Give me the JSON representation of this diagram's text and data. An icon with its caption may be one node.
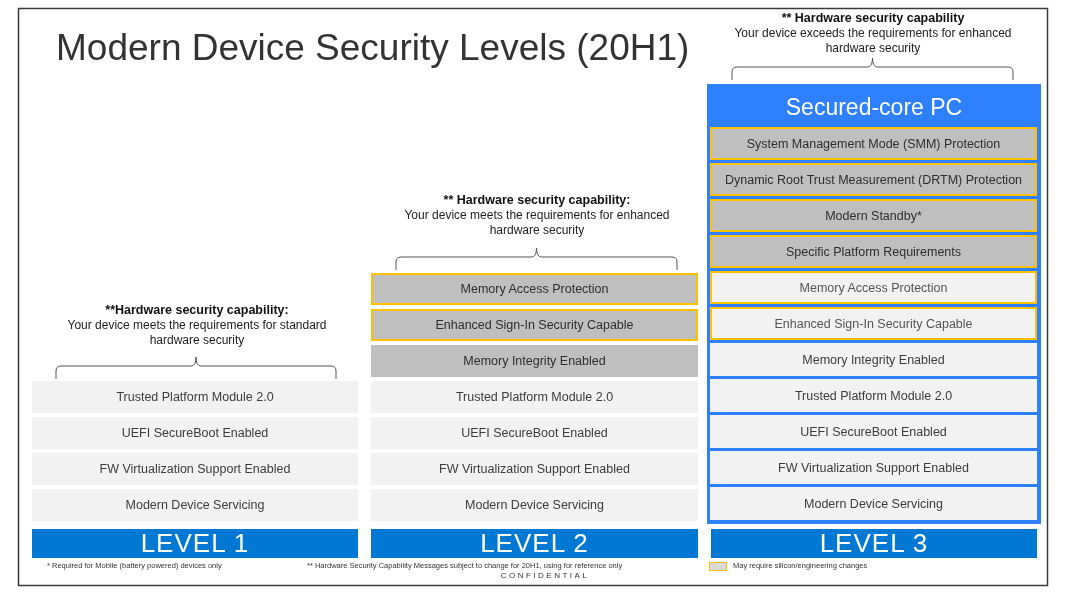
{
  "diagram": {
    "title": "Modern Device Security Levels (20H1)",
    "nodes": [
      {
        "text": [
          "Trusted Platform Module 2.0"
        ]
      },
      {
        "text": [
          "UEFI SecureBoot Enabled"
        ]
      },
      {
        "text": [
          "FW Virtualization Support Enabled"
        ]
      },
      {
        "text": [
          "Modern Device Servicing"
        ]
      },
      {
        "text": [
          "LEVEL 1"
        ]
      },
      {
        "text": [
          "Memory Access Protection"
        ]
      },
      {
        "text": [
          "Enhanced Sign-In Security Capable"
        ]
      },
      {
        "text": [
          "Memory Integrity Enabled"
        ]
      },
      {
        "text": [
          "Trusted Platform Module 2.0"
        ]
      },
      {
        "text": [
          "UEFI SecureBoot Enabled"
        ]
      },
      {
        "text": [
          "FW Virtualization Support Enabled"
        ]
      },
      {
        "text": [
          "Modern Device Servicing"
        ]
      },
      {
        "text": [
          "LEVEL 2"
        ]
      },
      {
        "text": [
          "Secured-core PC"
        ]
      },
      {
        "text": [
          "System Management Mode (SMM) Protection"
        ],
        "in": 13
      },
      {
        "text": [
          "Dynamic Root Trust Measurement (DRTM) Protection"
        ],
        "in": 13
      },
      {
        "text": [
          "Modern Standby*"
        ],
        "in": 13
      },
      {
        "text": [
          "Specific Platform Requirements"
        ],
        "in": 13
      },
      {
        "text": [
          "Memory Access Protection"
        ],
        "in": 13
      },
      {
        "text": [
          "Enhanced Sign-In Security Capable"
        ],
        "in": 13
      },
      {
        "text": [
          "Memory Integrity Enabled"
        ],
        "in": 13
      },
      {
        "text": [
          "Trusted Platform Module 2.0"
        ],
        "in": 13
      },
      {
        "text": [
          "UEFI SecureBoot Enabled"
        ],
        "in": 13
      },
      {
        "text": [
          "FW Virtualization Support Enabled"
        ],
        "in": 13
      },
      {
        "text": [
          "Modern Device Servicing"
        ],
        "in": 13
      },
      {
        "text": [
          "LEVEL 3"
        ]
      }
    ],
    "labels": [
      "** Hardware security capability",
      "Your device exceeds the requirements for enhanced hardware security",
      "** Hardware security capability:",
      "Your device meets the requirements for enhanced hardware security",
      "**Hardware security capability:",
      "Your device meets the requirements for standard hardware security",
      "* Required for Mobile (battery powered) devices only",
      "** Hardware Security Capability Messages subject to change for 20H1, using for reference only",
      "CONFIDENTIAL"
    ],
    "legend": [
      {
        "text": "May require silicon/engineering changes"
      }
    ]
  }
}
